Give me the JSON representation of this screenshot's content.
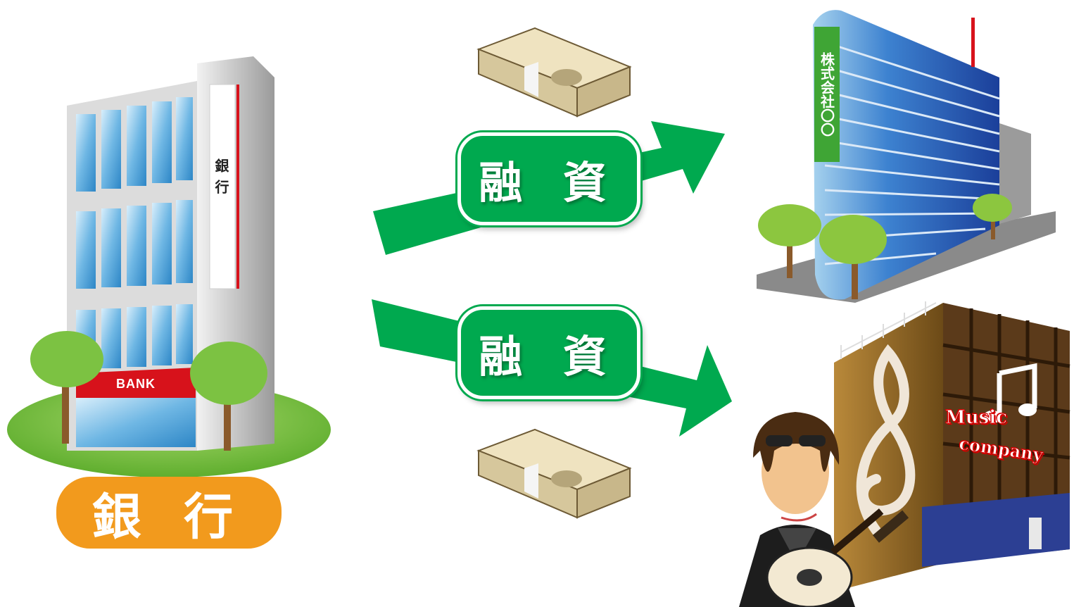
{
  "bank": {
    "label": "銀 行",
    "sign": "銀行",
    "band": "BANK"
  },
  "flows": [
    {
      "label": "融 資",
      "target": "company"
    },
    {
      "label": "融 資",
      "target": "music-company"
    }
  ],
  "company": {
    "sign": "株式会社〇〇"
  },
  "music_company": {
    "line1": "Music",
    "line2": "company"
  },
  "colors": {
    "arrow_green": "#00a94f",
    "bank_label_orange": "#f29a1d",
    "bank_red": "#d7121b",
    "lawn_green": "#7cc242"
  },
  "icons": [
    "bank-building-icon",
    "cash-bundle-icon",
    "office-building-icon",
    "music-store-icon",
    "musician-icon",
    "tree-icon"
  ]
}
